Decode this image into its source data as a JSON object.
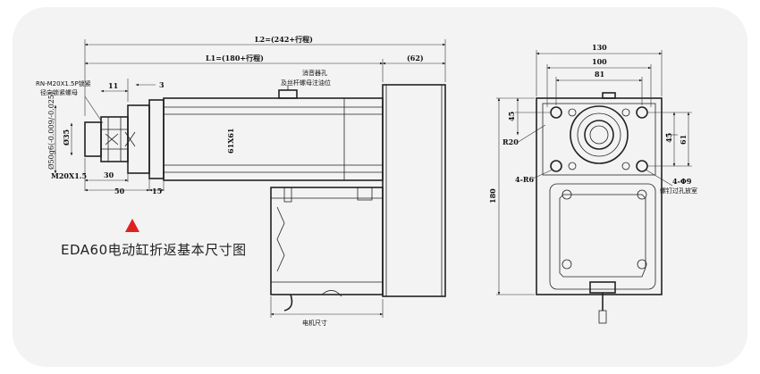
{
  "caption": "EDA60电动缸折返基本尺寸图",
  "colors": {
    "background": "#f3f3f3",
    "line": "#222222",
    "marker": "#e02020"
  },
  "marker_icon": "red-triangle",
  "side_view": {
    "L2": "L2=(242+行程)",
    "L1": "L1=(180+行程)",
    "d62": "(62)",
    "d3": "3",
    "d11": "11",
    "nut_note1": "RN-M20X1.5P锁紧",
    "nut_note2": "径向锁紧螺母",
    "sensor_note1": "消音器孔",
    "sensor_note2": "及丝杆螺母注油位",
    "phi35": "Ø35",
    "phi50": "Ø50g6(-0.009/-0.025)",
    "body_label": "61X61",
    "m20": "M20X1.5",
    "d30": "30",
    "d50": "50",
    "d15": "15",
    "motor_label": "电机尺寸"
  },
  "end_view": {
    "w130": "130",
    "w100": "100",
    "w81": "81",
    "h45_left": "45",
    "h45_right": "45",
    "h61": "61",
    "r20": "R20",
    "r6": "4-R6",
    "h180": "180",
    "holes": "4-Φ9",
    "holes_note": "螺钉过孔放室"
  }
}
